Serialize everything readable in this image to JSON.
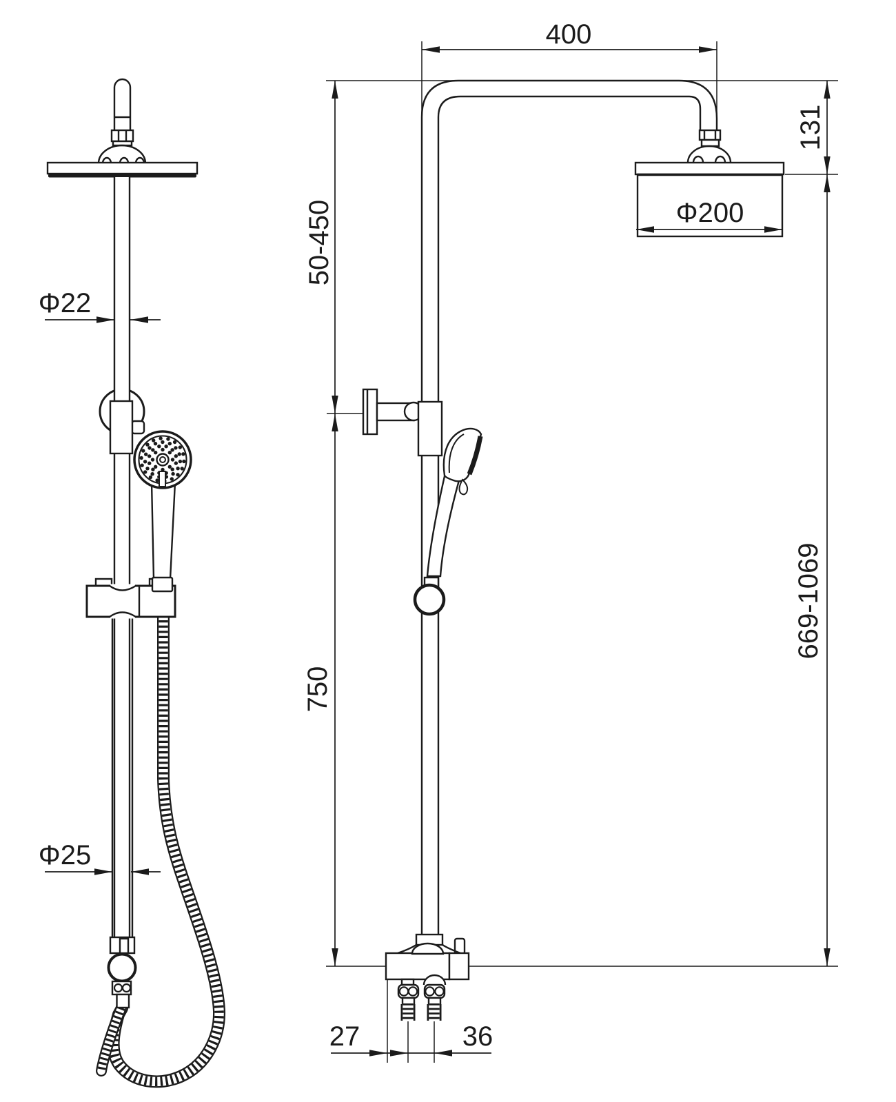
{
  "colors": {
    "background": "#ffffff",
    "ink": "#1b1b1b"
  },
  "dimensions": {
    "arm_length": "400",
    "head_drop": "131",
    "head_diameter": "Φ200",
    "bracket_height_range": "50-450",
    "lower_column_height": "750",
    "overall_height_range": "669-1069",
    "upper_tube_diameter": "Φ22",
    "lower_tube_diameter": "Φ25",
    "inlet_edge_offset": "27",
    "inlet_center_spacing": "36"
  }
}
